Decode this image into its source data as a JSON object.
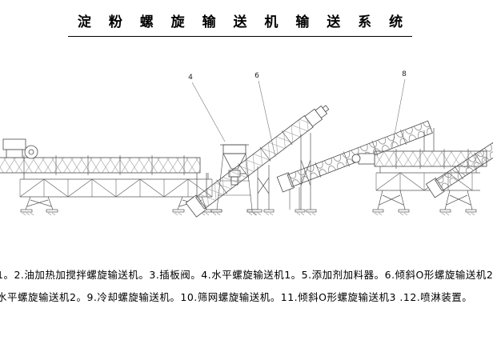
{
  "page": {
    "title": "淀 粉 螺 旋 输 送 机 输 送 系 统"
  },
  "callouts": [
    {
      "label": "4"
    },
    {
      "label": "6"
    },
    {
      "label": "8"
    }
  ],
  "caption": {
    "line1": "1。2.油加热加搅拌螺旋输送机。3.插板阀。4.水平螺旋输送机1。5.添加剂加料器。6.倾斜O形螺旋输送机2",
    "line2": "水平螺旋输送机2。9.冷却螺旋输送机。10.筛网螺旋输送机。11.倾斜O形螺旋输送机3 .12.喷淋装置。"
  }
}
